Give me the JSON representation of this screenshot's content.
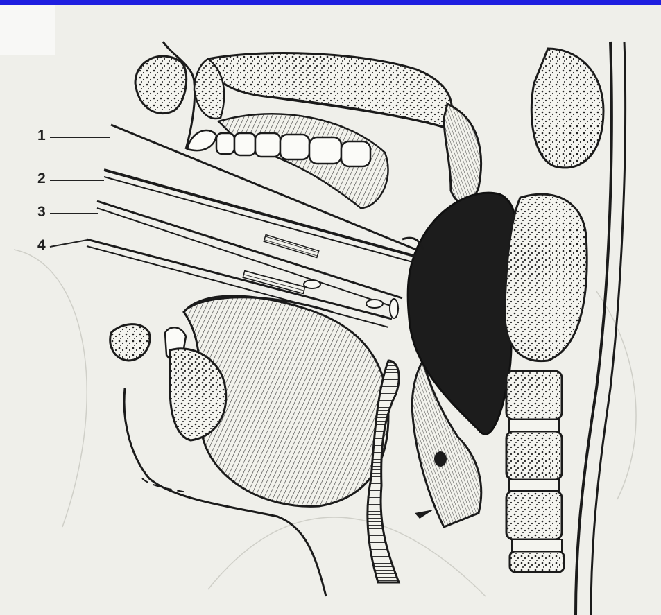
{
  "figure": {
    "background_color": "#efefea",
    "frame_color": "#1f1fe0",
    "ink_color": "#1b1b1b",
    "callouts": [
      {
        "label": "1"
      },
      {
        "label": "2"
      },
      {
        "label": "3"
      },
      {
        "label": "4"
      }
    ]
  }
}
